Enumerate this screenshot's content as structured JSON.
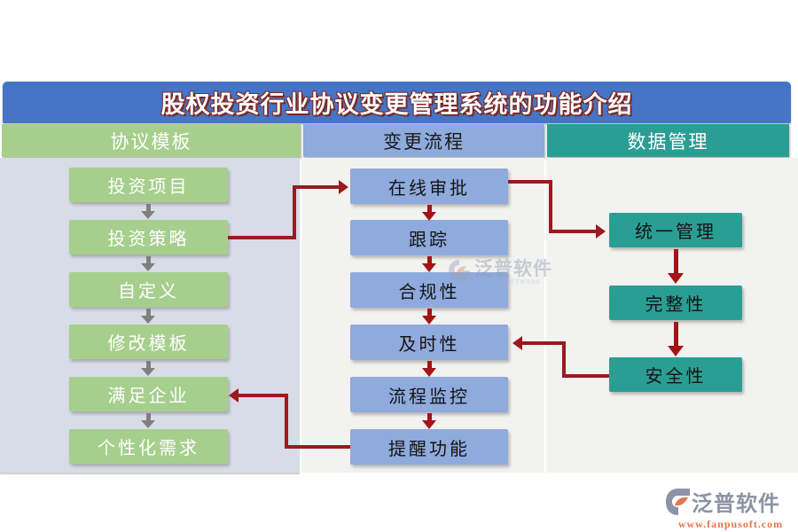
{
  "title": "股权投资行业协议变更管理系统的功能介绍",
  "columns": [
    {
      "header": "协议模板",
      "boxes": [
        "投资项目",
        "投资策略",
        "自定义",
        "修改模板",
        "满足企业",
        "个性化需求"
      ]
    },
    {
      "header": "变更流程",
      "boxes": [
        "在线审批",
        "跟踪",
        "合规性",
        "及时性",
        "流程监控",
        "提醒功能"
      ]
    },
    {
      "header": "数据管理",
      "boxes": [
        "统一管理",
        "完整性",
        "安全性"
      ]
    }
  ],
  "connections": [
    "投资策略 → 在线审批",
    "在线审批 → 统一管理",
    "安全性 → 及时性",
    "提醒功能 → 满足企业"
  ],
  "watermark": {
    "text": "泛普软件",
    "subtext": "FANPU SOFTWARE"
  },
  "footer": {
    "brand": "泛普软件",
    "url": "www.fanpusoft.com"
  },
  "colors": {
    "title_bar": "#4674c7",
    "green": "#a6cf8d",
    "blue": "#8faadc",
    "teal": "#2b9e94",
    "panel_left": "#d8dce6",
    "panel_light": "#f2f2f0",
    "connector_red": "#991b1e",
    "arrow_red": "#a31515",
    "arrow_gray": "#7f7f7f",
    "title_text": "#ffffff",
    "title_outline": "#7a2822",
    "footer_brand": "#8c93a6",
    "footer_url": "#e4764c"
  }
}
